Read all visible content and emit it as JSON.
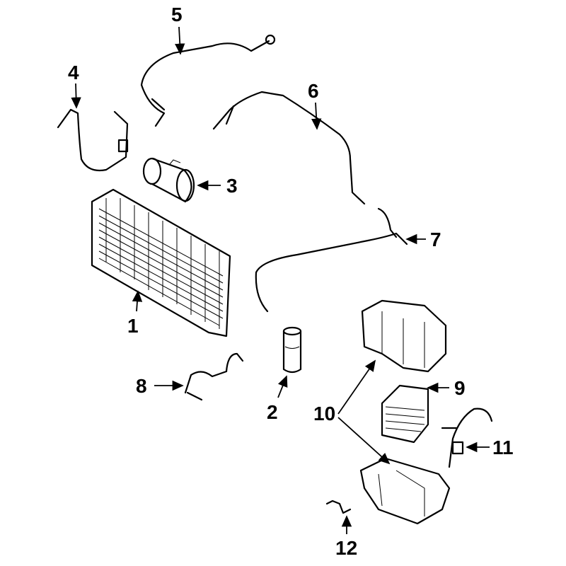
{
  "diagram": {
    "title": "A/C system parts diagram",
    "callouts": [
      {
        "id": "1",
        "label": "1"
      },
      {
        "id": "2",
        "label": "2"
      },
      {
        "id": "3",
        "label": "3"
      },
      {
        "id": "4",
        "label": "4"
      },
      {
        "id": "5",
        "label": "5"
      },
      {
        "id": "6",
        "label": "6"
      },
      {
        "id": "7",
        "label": "7"
      },
      {
        "id": "8",
        "label": "8"
      },
      {
        "id": "9",
        "label": "9"
      },
      {
        "id": "10",
        "label": "10"
      },
      {
        "id": "11",
        "label": "11"
      },
      {
        "id": "12",
        "label": "12"
      }
    ],
    "colors": {
      "line": "#000000",
      "background": "#ffffff"
    }
  }
}
